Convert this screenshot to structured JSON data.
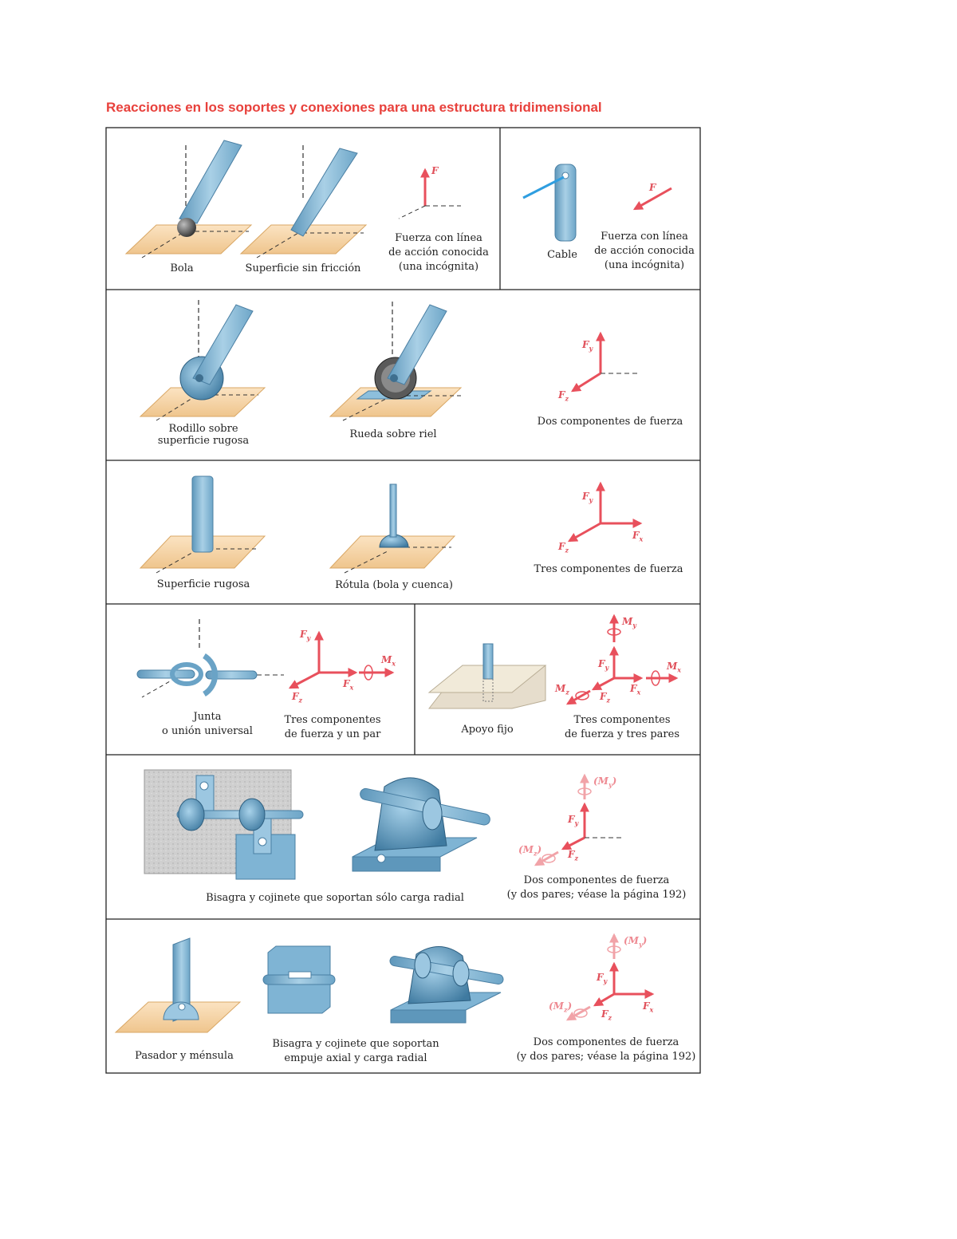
{
  "title": "Reacciones en los soportes y conexiones para una estructura tridimensional",
  "colors": {
    "title": "#e8413c",
    "force": "#e8505c",
    "force_pale": "#f1a3a8",
    "member": "#7fb4d4",
    "plank": "#f7d6a8",
    "border": "#222222"
  },
  "rows": [
    {
      "cells": [
        {
          "labels": [
            "Bola",
            "Superficie sin fricción",
            "Fuerza con línea\nde acción conocida\n(una incógnita)"
          ]
        },
        {
          "labels": [
            "Cable",
            "Fuerza con línea\nde acción conocida\n(una incógnita)"
          ]
        }
      ]
    },
    {
      "cells": [
        {
          "labels": [
            "Rodillo sobre\nsuperficie rugosa",
            "Rueda sobre riel",
            "Dos componentes de fuerza"
          ]
        }
      ]
    },
    {
      "cells": [
        {
          "labels": [
            "Superficie rugosa",
            "Rótula (bola y cuenca)",
            "Tres componentes de fuerza"
          ]
        }
      ]
    },
    {
      "cells": [
        {
          "labels": [
            "Junta\no unión universal",
            "Tres componentes\nde fuerza y un par"
          ]
        },
        {
          "labels": [
            "Apoyo fijo",
            "Tres componentes\nde fuerza y tres pares"
          ]
        }
      ]
    },
    {
      "cells": [
        {
          "labels": [
            "Bisagra y cojinete que soportan sólo carga radial",
            "Dos componentes de fuerza\n(y dos pares; véase la página 192)"
          ]
        }
      ]
    },
    {
      "cells": [
        {
          "labels": [
            "Pasador y ménsula",
            "Bisagra y cojinete que soportan\nempuje axial y carga radial",
            "Dos componentes de fuerza\n(y dos pares; véase la página 192)"
          ]
        }
      ]
    }
  ],
  "symbols": {
    "F": "F",
    "Fx": "F",
    "Fy": "F",
    "Fz": "F",
    "sub_x": "x",
    "sub_y": "y",
    "sub_z": "z",
    "Mx": "M",
    "My": "M",
    "Mz": "M",
    "My_paren": "(M",
    "Mz_paren": "(M",
    "paren_close": ")"
  }
}
